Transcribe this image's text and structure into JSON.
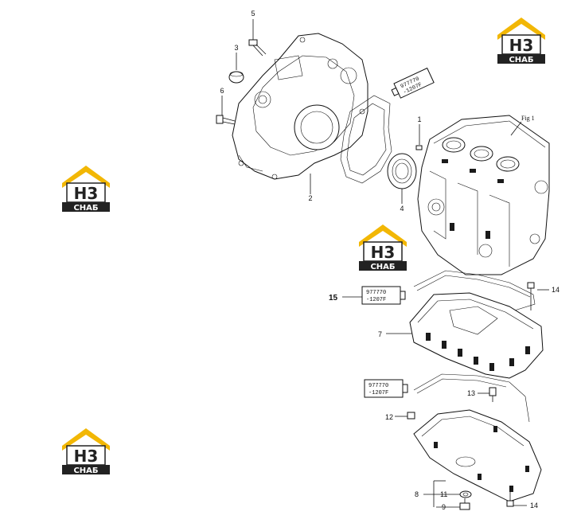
{
  "diagram": {
    "fig_label": "Fig 1",
    "callouts": [
      {
        "id": "c1",
        "label": "1"
      },
      {
        "id": "c2",
        "label": "2"
      },
      {
        "id": "c3",
        "label": "3"
      },
      {
        "id": "c4",
        "label": "4"
      },
      {
        "id": "c5",
        "label": "5"
      },
      {
        "id": "c6",
        "label": "6"
      },
      {
        "id": "c7",
        "label": "7"
      },
      {
        "id": "c8",
        "label": "8"
      },
      {
        "id": "c9",
        "label": "9"
      },
      {
        "id": "c11",
        "label": "11"
      },
      {
        "id": "c12",
        "label": "12"
      },
      {
        "id": "c13",
        "label": "13"
      },
      {
        "id": "c14a",
        "label": "14"
      },
      {
        "id": "c14b",
        "label": "14"
      },
      {
        "id": "c15",
        "label": "15"
      }
    ],
    "sealant_tubes": [
      {
        "line1": "977770",
        "line2": "-1207F"
      },
      {
        "line1": "977770",
        "line2": "-1207F"
      },
      {
        "line1": "977770",
        "line2": "-1207F"
      }
    ]
  },
  "watermark": {
    "mark": "H3",
    "caption": "СНАБ",
    "colors": {
      "roof": "#f2b705",
      "dark": "#222222",
      "mark_bg": "#ffffff"
    }
  }
}
